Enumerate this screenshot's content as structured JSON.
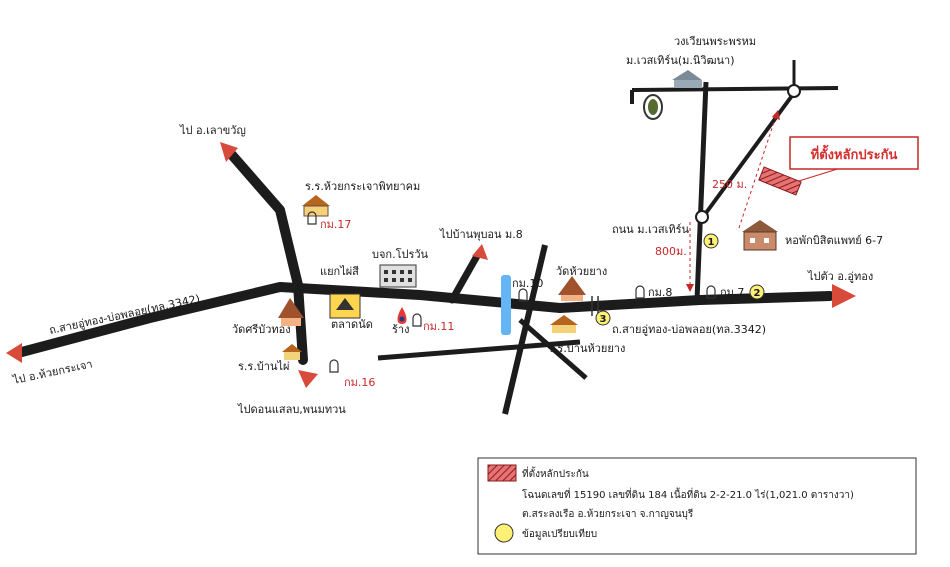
{
  "labels": {
    "wongwian": "วงเวียนพระพรหม",
    "mwestern": "ม.เวสเทิร์น(ม.นิวิฒนา)",
    "site_callout": "ที่ตั้งหลักประกัน",
    "dist_250": "250 ม.",
    "dist_800": "800ม.",
    "road_western": "ถนน ม.เวสเทิร์น",
    "dorm": "หอพักบิสิตแพทย์ 6-7",
    "to_uthong": "ไปตัว อ.อู่ทอง",
    "to_laowan": "ไป อ.เลาขวัญ",
    "school_huaykrachao": "ร.ร.ห้วยกระเจาพิทยาคม",
    "km17": "กม.17",
    "to_ban_phubon": "ไปบ้านพุบอน ม.8",
    "bjk_porwan": "บจก.โปรวัน",
    "yaek_phaisi": "แยกไผ่สี",
    "wat_huaiyang": "วัดห้วยยาง",
    "km10": "กม.10",
    "km8": "กม.8",
    "km7": "กม.7",
    "road_left": "ถ.สายอู่ทอง-บ่อพลอย(ทล.3342)",
    "road_right": "ถ.สายอู่ทอง-บ่อพลอย(ทล.3342)",
    "wat_sribuathong": "วัดศรีบัวทอง",
    "market": "ตลาดนัด",
    "shop": "ร้าง",
    "km11": "กม.11",
    "school_huaiyang": "ร.ร.บ้านห้วยยาง",
    "school_banphai": "ร.ร.บ้านไผ่",
    "km16": "กม.16",
    "to_huaykrachao": "ไป อ.ห้วยกระเจา",
    "to_donsalaeb": "ไปดอนแสลบ,พนมทวน",
    "mark1": "1",
    "mark2": "2",
    "mark3": "3"
  },
  "legend": {
    "title": "ที่ตั้งหลักประกัน",
    "line1": "โฉนดเลขที่ 15190  เลขที่ดิน 184  เนื้อที่ดิน 2-2-21.0 ไร่(1,021.0 ตารางวา)",
    "line2": "ต.สระลงเรือ อ.ห้วยกระเจา จ.กาญจนบุรี",
    "line3": "ข้อมูลเปรียบเทียบ"
  },
  "colors": {
    "road": "#1c1c1c",
    "arrow": "#d84a3a",
    "site_hatch": "#c62828",
    "marker_fill": "#fff59d",
    "water": "#64b5f6"
  }
}
